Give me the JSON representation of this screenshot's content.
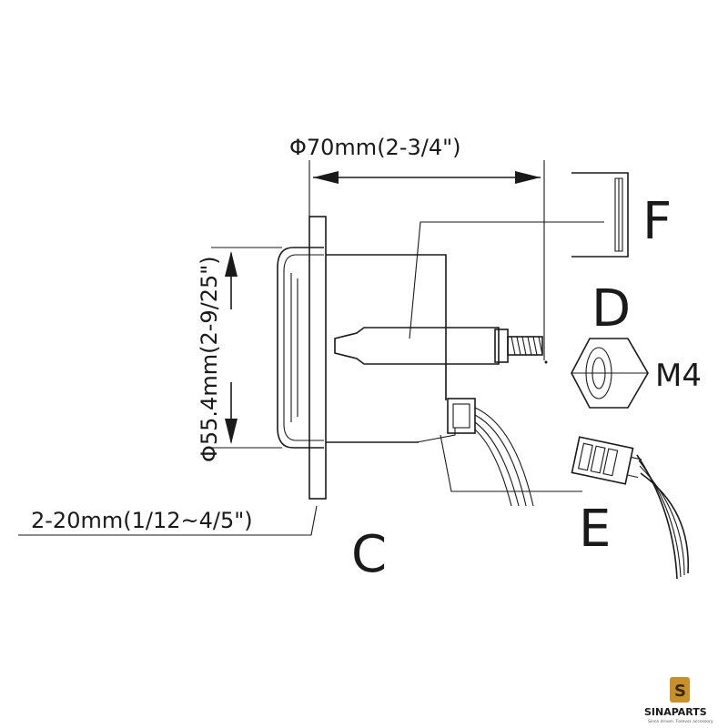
{
  "dimensions": {
    "width_label": "Φ70mm(2-3/4\")",
    "height_label": "Φ55.4mm(2-9/25\")",
    "panel_label": "2-20mm(1/12~4/5\")"
  },
  "parts": {
    "bracket": "F",
    "nut": "D",
    "nut_size": "M4",
    "connector": "E",
    "gauge": "C"
  },
  "logo": {
    "name": "SINAPARTS",
    "tagline": "Since driven. Forever accessory",
    "colors": {
      "badge": "#c8902a",
      "badge_dark": "#3a2a10"
    }
  }
}
